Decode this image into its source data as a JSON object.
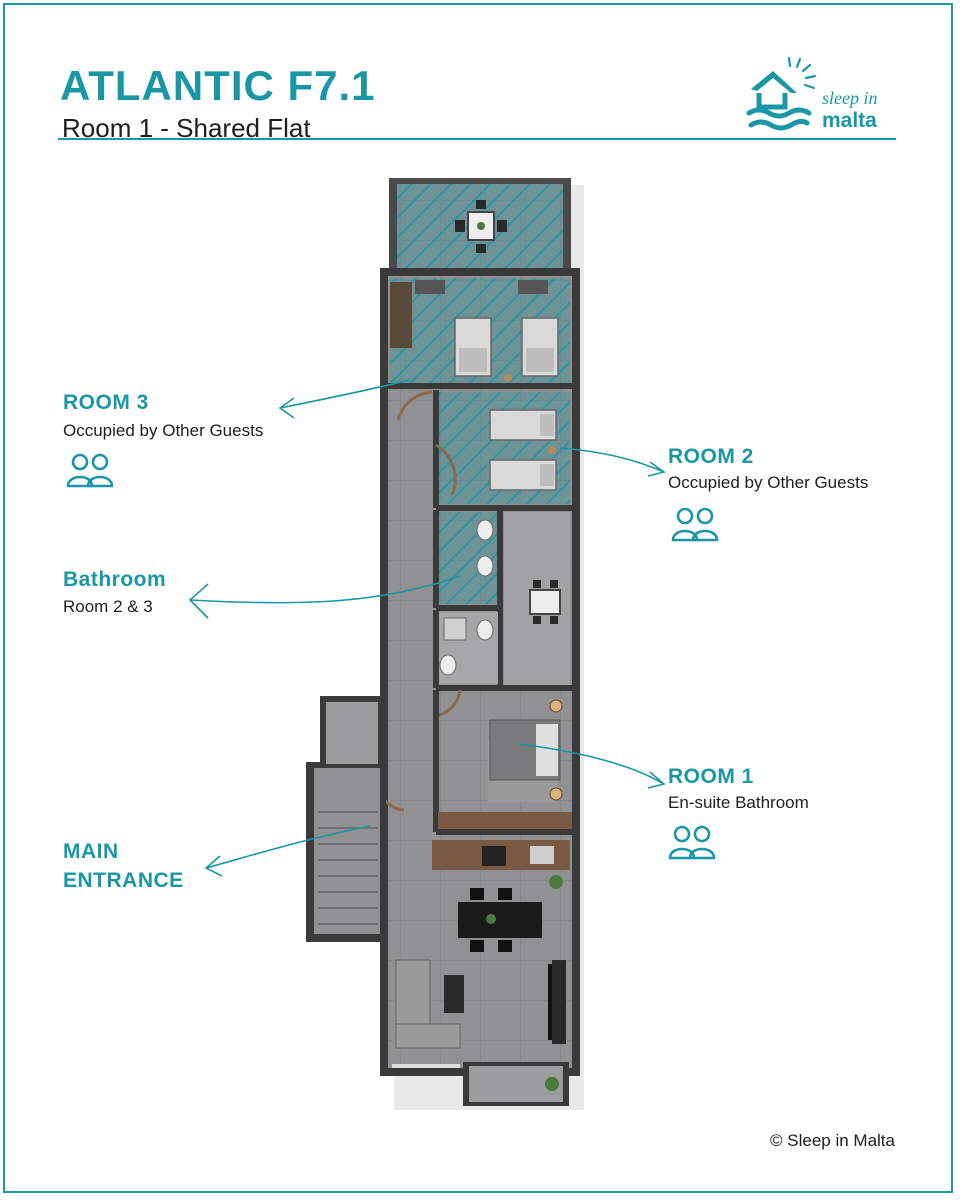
{
  "header": {
    "title": "ATLANTIC F7.1",
    "subtitle": "Room 1 - Shared Flat"
  },
  "logo": {
    "line1": "sleep in",
    "line2": "malta",
    "icon": "house-sun-waves-logo"
  },
  "colors": {
    "accent": "#1a97a6",
    "text": "#1d1d1d",
    "floor": "#8d8f90",
    "wall": "#3a3a3a"
  },
  "labels": {
    "room3": {
      "title": "ROOM 3",
      "desc": "Occupied by Other Guests",
      "icon": "two-people-icon"
    },
    "room2": {
      "title": "ROOM 2",
      "desc": "Occupied by Other Guests",
      "icon": "two-people-icon"
    },
    "bathroom": {
      "title": "Bathroom",
      "desc": "Room 2 & 3"
    },
    "room1": {
      "title": "ROOM 1",
      "desc": "En-suite Bathroom",
      "icon": "two-people-icon"
    },
    "entrance": {
      "line1": "MAIN",
      "line2": "ENTRANCE"
    }
  },
  "footer": {
    "copyright": "© Sleep in Malta"
  }
}
